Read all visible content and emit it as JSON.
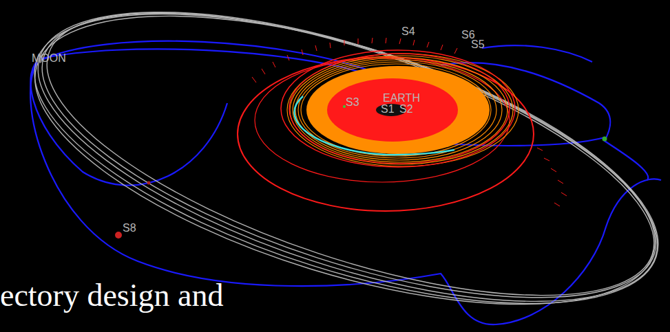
{
  "diagram": {
    "labels": [
      "MOON",
      "S4",
      "S6",
      "S5",
      "S3",
      "EARTH",
      "S1",
      "S2",
      "S8",
      "ectory design and"
    ]
  }
}
